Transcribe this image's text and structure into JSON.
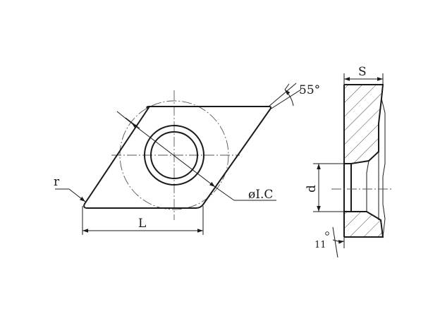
{
  "labels": {
    "angle": "55°",
    "diameter": "øI.C",
    "radius": "r",
    "length": "L",
    "thickness": "S",
    "hole": "d",
    "clearance_angle": "11"
  }
}
